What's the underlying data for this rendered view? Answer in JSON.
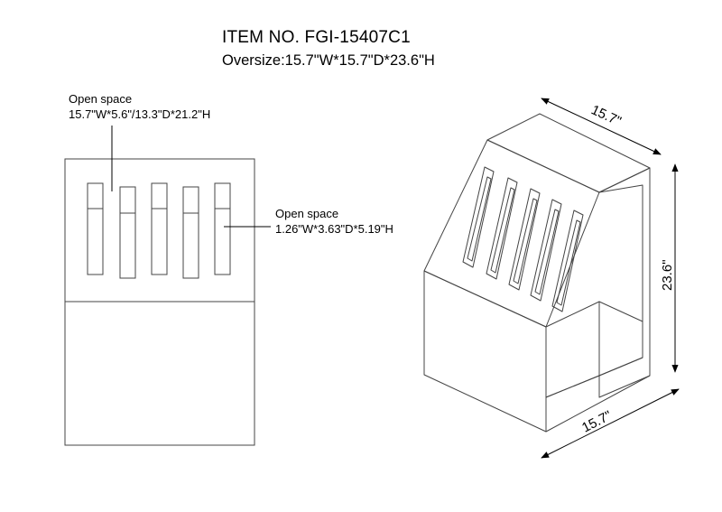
{
  "header": {
    "item_no": "ITEM NO. FGI-15407C1",
    "oversize": "Oversize:15.7\"W*15.7\"D*23.6\"H"
  },
  "front_view": {
    "open_space_label": "Open space",
    "open_space_dims": "15.7\"W*5.6\"/13.3\"D*21.2\"H",
    "slot_label": "Open space",
    "slot_dims": "1.26\"W*3.63\"D*5.19\"H"
  },
  "iso_view": {
    "top_width": "15.7\"",
    "height": "23.6\"",
    "bottom_depth": "15.7\""
  }
}
